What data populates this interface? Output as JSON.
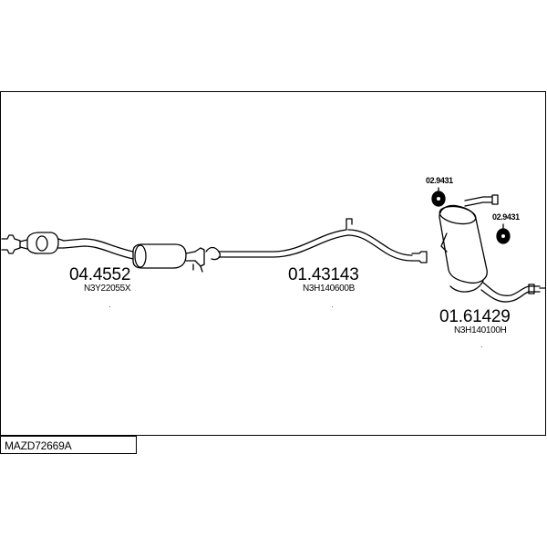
{
  "reference": "MAZD72669A",
  "parts": [
    {
      "id": "front",
      "number": "04.4552",
      "oem": "N3Y22055X"
    },
    {
      "id": "center",
      "number": "01.43143",
      "oem": "N3H140600B"
    },
    {
      "id": "rear",
      "number": "01.61429",
      "oem": "N3H140100H"
    }
  ],
  "mounts": [
    {
      "id": "mount-a",
      "number": "02.9431"
    },
    {
      "id": "mount-b",
      "number": "02.9431"
    }
  ]
}
